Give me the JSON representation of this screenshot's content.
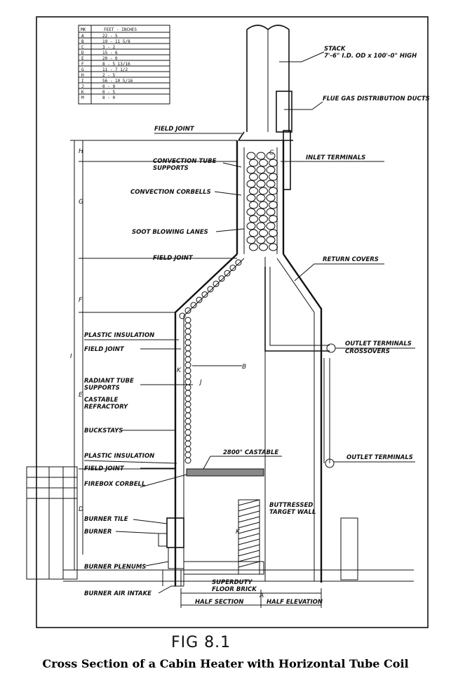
{
  "table": {
    "headers": [
      "MK",
      "FEET - INCHES"
    ],
    "rows": [
      [
        "A",
        "22 - 5"
      ],
      [
        "B",
        "19 - 11 5/8"
      ],
      [
        "C",
        "3 - 2"
      ],
      [
        "D",
        "15 - 6"
      ],
      [
        "E",
        "20 - 0"
      ],
      [
        "F",
        "8 - 5 13/16"
      ],
      [
        "G",
        "11 - 7 1/2"
      ],
      [
        "H",
        "2 - 5"
      ],
      [
        "I",
        "56 - 10 5/16"
      ],
      [
        "J",
        "0 - 9"
      ],
      [
        "K",
        "0 - 5"
      ],
      [
        "M",
        "8 - 0"
      ]
    ]
  },
  "labels": {
    "stack": "STACK",
    "stack_spec": "7'-6\" I.D. OD x 100'-0\" HIGH",
    "flue_gas": "FLUE GAS DISTRIBUTION DUCTS",
    "field_joint_1": "FIELD JOINT",
    "inlet_terminals": "INLET TERMINALS",
    "convection_tube_supports_1": "CONVECTION TUBE",
    "convection_tube_supports_2": "SUPPORTS",
    "convection_corbells": "CONVECTION CORBELLS",
    "soot_blowing": "SOOT BLOWING LANES",
    "field_joint_2": "FIELD JOINT",
    "return_covers": "RETURN COVERS",
    "plastic_insulation_1": "PLASTIC INSULATION",
    "field_joint_3": "FIELD JOINT",
    "outlet_terminals_1": "OUTLET TERMINALS",
    "crossovers": "CROSSOVERS",
    "radiant_tube_supports_1": "RADIANT TUBE",
    "radiant_tube_supports_2": "SUPPORTS",
    "castable_refractory_1": "CASTABLE",
    "castable_refractory_2": "REFRACTORY",
    "buckstays": "BUCKSTAYS",
    "plastic_insulation_2": "PLASTIC INSULATION",
    "castable_2800": "2800° CASTABLE",
    "outlet_terminals_2": "OUTLET TERMINALS",
    "field_joint_4": "FIELD JOINT",
    "firebox_corbell": "FIREBOX CORBELL",
    "buttressed_1": "BUTTRESSED",
    "buttressed_2": "TARGET WALL",
    "burner_tile": "BURNER TILE",
    "burner": "BURNER",
    "burner_plenums": "BURNER PLENUMS",
    "superduty_1": "SUPERDUTY",
    "superduty_2": "FLOOR BRICK",
    "burner_air_intake": "BURNER AIR INTAKE",
    "half_section": "HALF SECTION",
    "half_elevation": "HALF ELEVATION"
  },
  "dims": {
    "H": "H",
    "G": "G",
    "F": "F",
    "E": "E",
    "D": "D",
    "I": "I",
    "B": "B",
    "J": "J",
    "K": "K",
    "A": "A",
    "C": "C",
    "Kb": "K"
  },
  "fig_label": "FIG 8.1",
  "caption": "Cross Section of a Cabin Heater with Horizontal Tube Coil"
}
